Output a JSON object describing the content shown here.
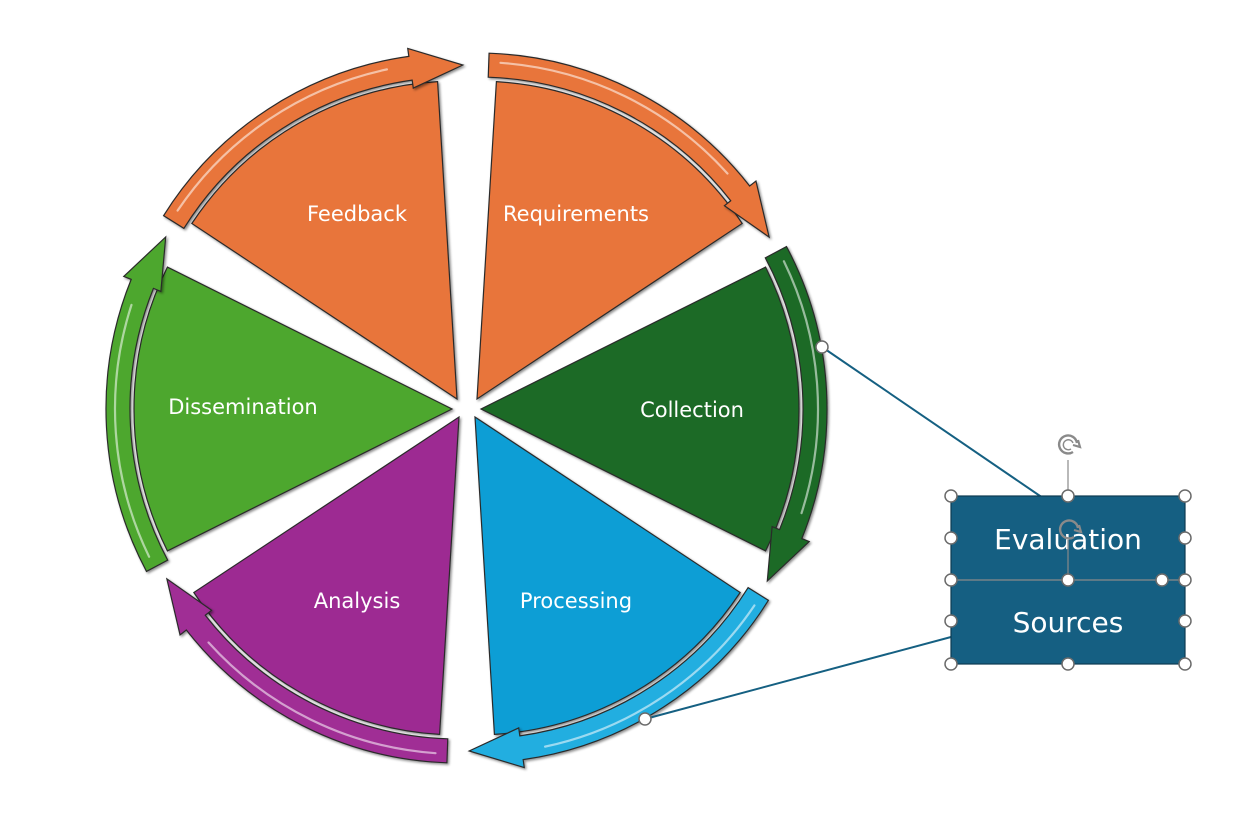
{
  "cycle": {
    "segments": [
      {
        "id": "requirements",
        "label": "Requirements",
        "color": "#E8743A",
        "arrow_color": "#E8743A"
      },
      {
        "id": "collection",
        "label": "Collection",
        "color": "#1B6B27",
        "arrow_color": "#1B6B27"
      },
      {
        "id": "processing",
        "label": "Processing",
        "color": "#0E9ED5",
        "arrow_color": "#22AEE0"
      },
      {
        "id": "analysis",
        "label": "Analysis",
        "color": "#9D2A92",
        "arrow_color": "#A02F95"
      },
      {
        "id": "dissemination",
        "label": "Dissemination",
        "color": "#4EA72E",
        "arrow_color": "#4EA72E"
      },
      {
        "id": "feedback",
        "label": "Feedback",
        "color": "#E8743A",
        "arrow_color": "#E8743A"
      }
    ]
  },
  "callout": {
    "evaluation_label": "Evaluation",
    "sources_label": "Sources",
    "fill_color": "#155F82",
    "connector_color": "#156082"
  }
}
